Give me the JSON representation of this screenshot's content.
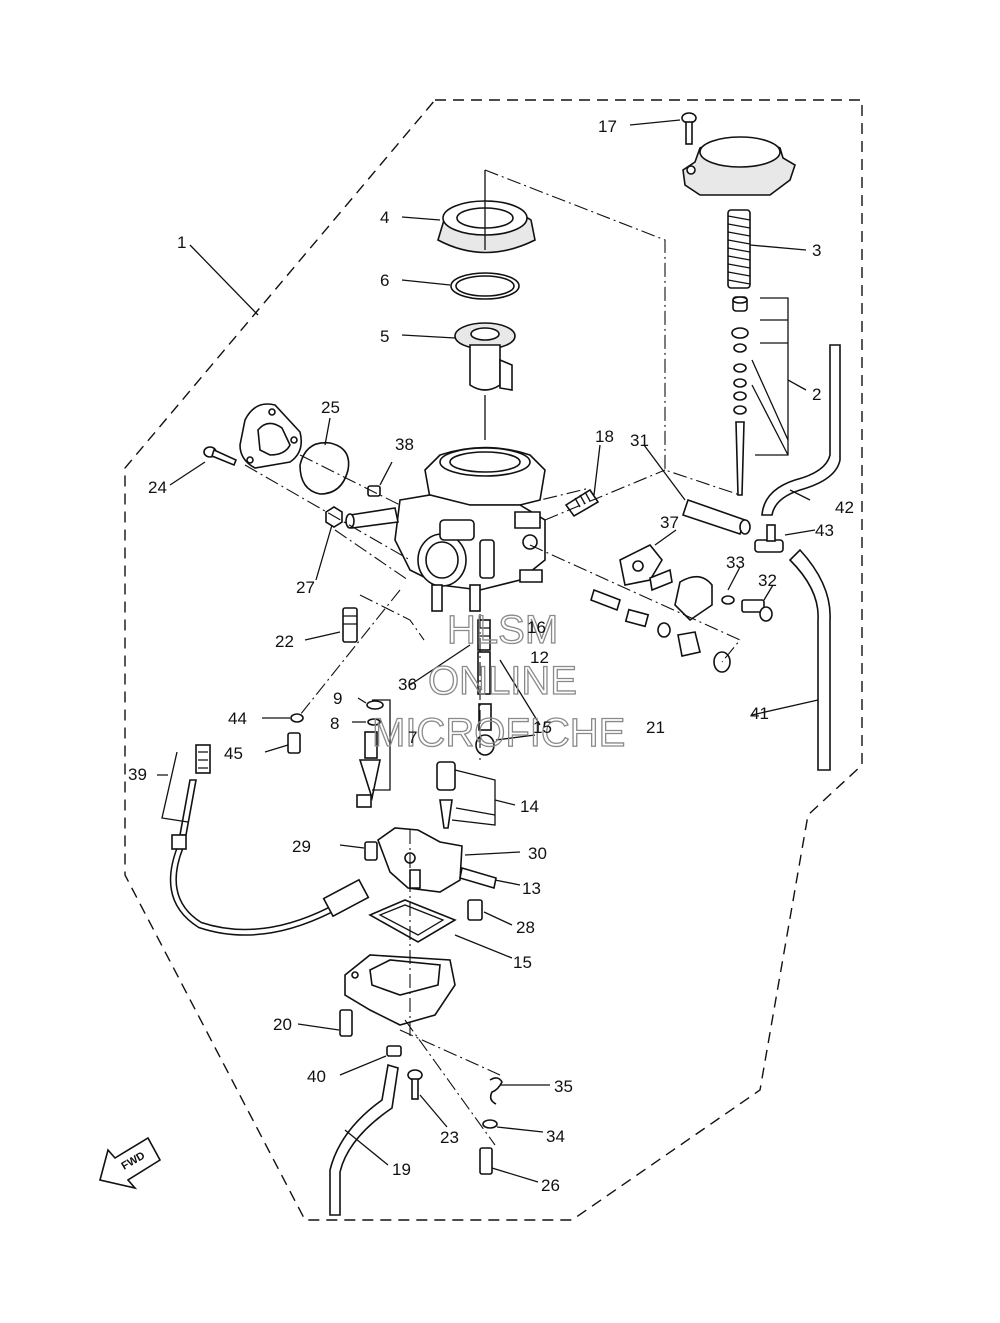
{
  "diagram": {
    "callouts": [
      {
        "id": "c1",
        "text": "1"
      },
      {
        "id": "c2",
        "text": "2"
      },
      {
        "id": "c3",
        "text": "3"
      },
      {
        "id": "c4",
        "text": "4"
      },
      {
        "id": "c5",
        "text": "5"
      },
      {
        "id": "c6",
        "text": "6"
      },
      {
        "id": "c7",
        "text": "7"
      },
      {
        "id": "c8",
        "text": "8"
      },
      {
        "id": "c9",
        "text": "9"
      },
      {
        "id": "c12",
        "text": "12"
      },
      {
        "id": "c13",
        "text": "13"
      },
      {
        "id": "c14",
        "text": "14"
      },
      {
        "id": "c15a",
        "text": "15"
      },
      {
        "id": "c15b",
        "text": "15"
      },
      {
        "id": "c16",
        "text": "16"
      },
      {
        "id": "c17",
        "text": "17"
      },
      {
        "id": "c18",
        "text": "18"
      },
      {
        "id": "c19",
        "text": "19"
      },
      {
        "id": "c20",
        "text": "20"
      },
      {
        "id": "c21",
        "text": "21"
      },
      {
        "id": "c22",
        "text": "22"
      },
      {
        "id": "c23",
        "text": "23"
      },
      {
        "id": "c24",
        "text": "24"
      },
      {
        "id": "c25",
        "text": "25"
      },
      {
        "id": "c26",
        "text": "26"
      },
      {
        "id": "c27",
        "text": "27"
      },
      {
        "id": "c28",
        "text": "28"
      },
      {
        "id": "c29",
        "text": "29"
      },
      {
        "id": "c30",
        "text": "30"
      },
      {
        "id": "c31",
        "text": "31"
      },
      {
        "id": "c32",
        "text": "32"
      },
      {
        "id": "c33",
        "text": "33"
      },
      {
        "id": "c34",
        "text": "34"
      },
      {
        "id": "c35",
        "text": "35"
      },
      {
        "id": "c36",
        "text": "36"
      },
      {
        "id": "c37",
        "text": "37"
      },
      {
        "id": "c38",
        "text": "38"
      },
      {
        "id": "c39",
        "text": "39"
      },
      {
        "id": "c40",
        "text": "40"
      },
      {
        "id": "c41",
        "text": "41"
      },
      {
        "id": "c42",
        "text": "42"
      },
      {
        "id": "c43",
        "text": "43"
      },
      {
        "id": "c44",
        "text": "44"
      },
      {
        "id": "c45",
        "text": "45"
      }
    ],
    "fwd_label": "FWD"
  },
  "watermark": {
    "line1": "HLSM",
    "line2": "ONLINE",
    "line3": "MICROFICHE"
  }
}
